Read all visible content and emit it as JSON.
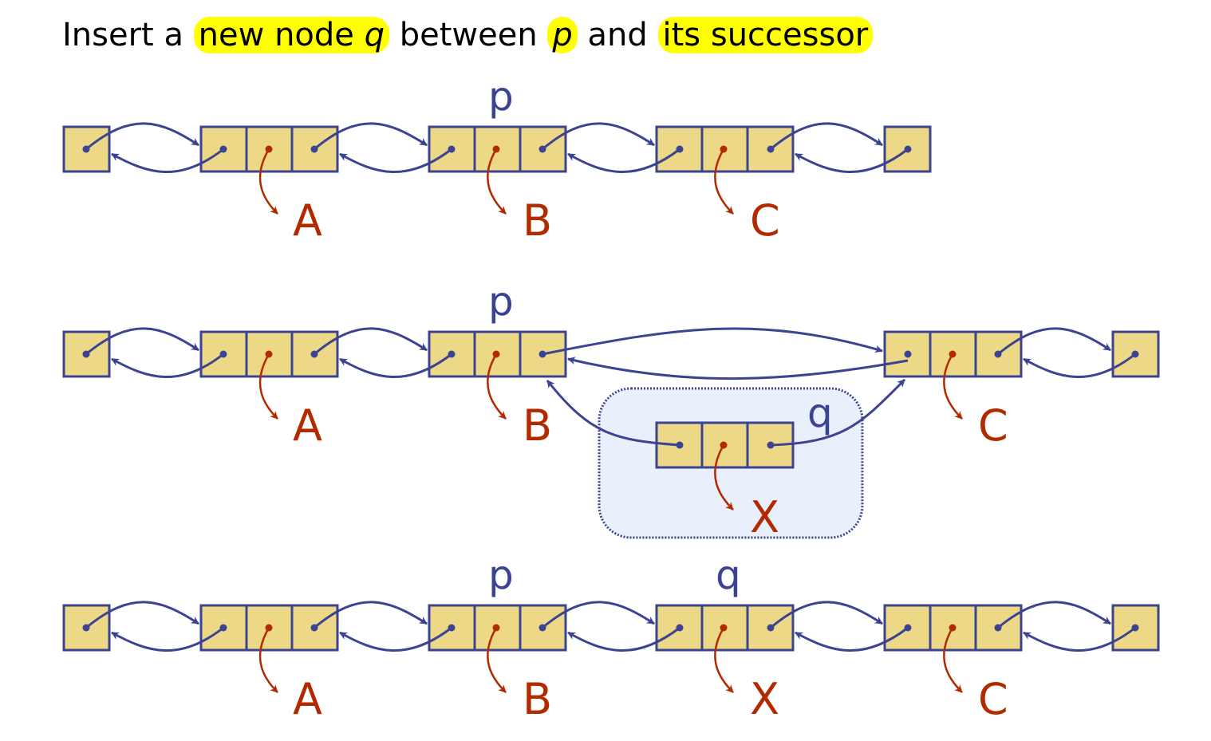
{
  "title": {
    "prefix": "Insert a",
    "part1": "new node",
    "var_q": "q",
    "mid1": "between",
    "var_p": "p",
    "mid2": "and",
    "part2": "its successor"
  },
  "labels": {
    "p": "p",
    "q": "q",
    "A": "A",
    "B": "B",
    "C": "C",
    "X": "X"
  },
  "colors": {
    "cell_fill": "#ecd886",
    "link_blue": "#3c4391",
    "value_red": "#b12a00",
    "highlight": "#ffff00",
    "group_fill": "#e9effb"
  }
}
